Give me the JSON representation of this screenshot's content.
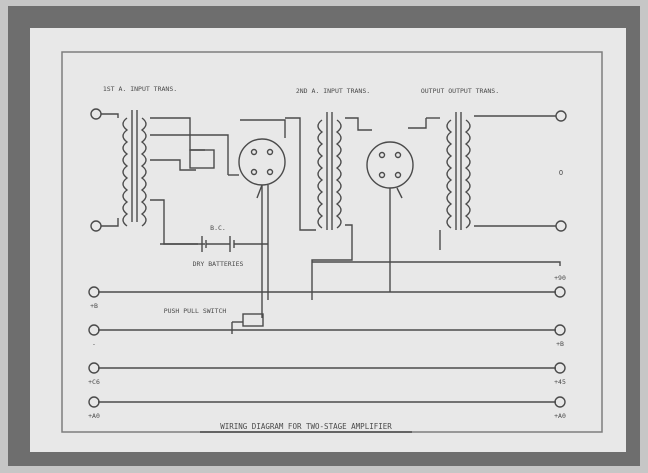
{
  "diagram": {
    "title": "WIRING DIAGRAM FOR TWO-STAGE AMPLIFIER",
    "labels": {
      "input_transformer": "1ST A. INPUT TRANS.",
      "interstage_transformer": "2ND A. INPUT TRANS.",
      "output_transformer": "OUTPUT OUTPUT TRANS.",
      "battery_label": "DRY BATTERIES",
      "battery_cells": "B.C.",
      "switch_label": "PUSH PULL SWITCH",
      "output_mark": "O"
    },
    "left_terminals": [
      "+B",
      "-",
      "+C6",
      "+A0"
    ],
    "right_terminals": [
      "+90",
      "+B",
      "+45",
      "+A0"
    ]
  },
  "colors": {
    "background": "#d2d2d2",
    "paper": "#ebebeb",
    "ink": "#4b4b4b",
    "frame": "#7d7d7d"
  }
}
